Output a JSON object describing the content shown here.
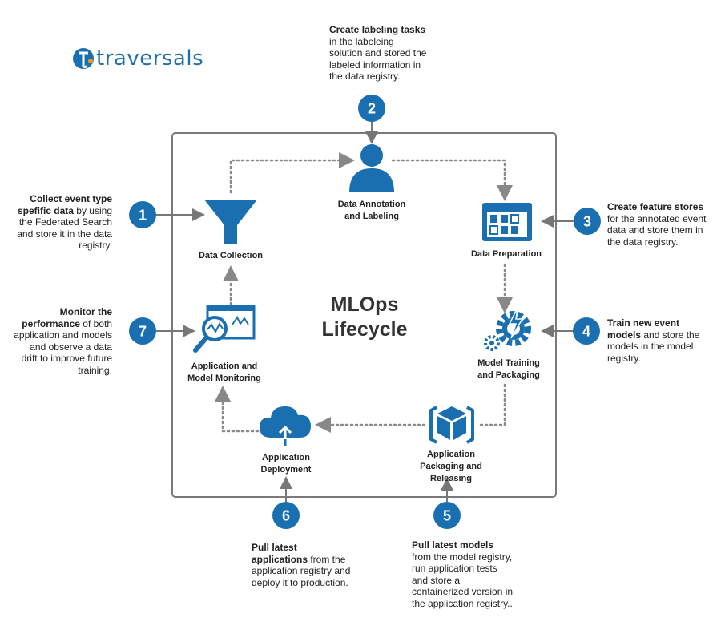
{
  "logo": {
    "text": "traversals"
  },
  "title": {
    "line1": "MLOps",
    "line2": "Lifecycle"
  },
  "colors": {
    "accent": "#1a6fb0",
    "frame": "#7a7a7a",
    "connector": "#8a8a8a"
  },
  "stages": [
    {
      "id": 1,
      "icon": "funnel-icon",
      "label_lines": [
        "Data Collection"
      ]
    },
    {
      "id": 2,
      "icon": "person-icon",
      "label_lines": [
        "Data Annotation",
        "and Labeling"
      ]
    },
    {
      "id": 3,
      "icon": "table-grid-icon",
      "label_lines": [
        "Data Preparation"
      ]
    },
    {
      "id": 4,
      "icon": "gears-lightning-icon",
      "label_lines": [
        "Model Training",
        "and Packaging"
      ]
    },
    {
      "id": 5,
      "icon": "package-cube-icon",
      "label_lines": [
        "Application",
        "Packaging and",
        "Releasing"
      ]
    },
    {
      "id": 6,
      "icon": "cloud-upload-icon",
      "label_lines": [
        "Application",
        "Deployment"
      ]
    },
    {
      "id": 7,
      "icon": "monitor-magnifier-icon",
      "label_lines": [
        "Application and",
        "Model Monitoring"
      ]
    }
  ],
  "notes": {
    "n1": {
      "bold": "Collect event type spefific data",
      "rest": " by using the Federated Search and store it in the data registry."
    },
    "n2": {
      "bold": "Create labeling tasks",
      "rest": " in the labeleing solution and stored the labeled information in the data registry."
    },
    "n3": {
      "bold": "Create feature stores",
      "rest": " for the annotated event data and store them in the data registry."
    },
    "n4": {
      "bold": "Train new event models",
      "rest": " and store the models in the model registry."
    },
    "n5": {
      "bold": "Pull latest models",
      "rest": " from the model registry, run application tests and store a containerized version in the application registry.."
    },
    "n6": {
      "bold": "Pull latest applications",
      "rest": " from the application registry and deploy it to production."
    },
    "n7": {
      "bold": "Monitor the performance",
      "rest": " of both application and models and observe a data drift to improve future training."
    }
  },
  "note_lines": {
    "n1": [
      "Collect event type",
      "spefific data by using",
      "the Federated Search",
      "and store it in the data",
      "registry."
    ],
    "n2": [
      "Create labeling tasks",
      "in the labeleing",
      "solution and stored the",
      "labeled information in",
      "the data registry."
    ],
    "n3": [
      "Create feature stores",
      "for the annotated event",
      "data and store them in",
      "the data registry."
    ],
    "n4": [
      "Train new event",
      "models and store the",
      "models in the model",
      "registry."
    ],
    "n5": [
      "Pull latest models",
      "from the model registry,",
      "run application tests",
      "and store a",
      "containerized version in",
      "the application registry.."
    ],
    "n6": [
      "Pull latest",
      "applications from the",
      "application registry and",
      "deploy it to production."
    ],
    "n7": [
      "Monitor the",
      "performance of both",
      "application and models",
      "and observe a data",
      "drift to improve future",
      "training."
    ]
  }
}
